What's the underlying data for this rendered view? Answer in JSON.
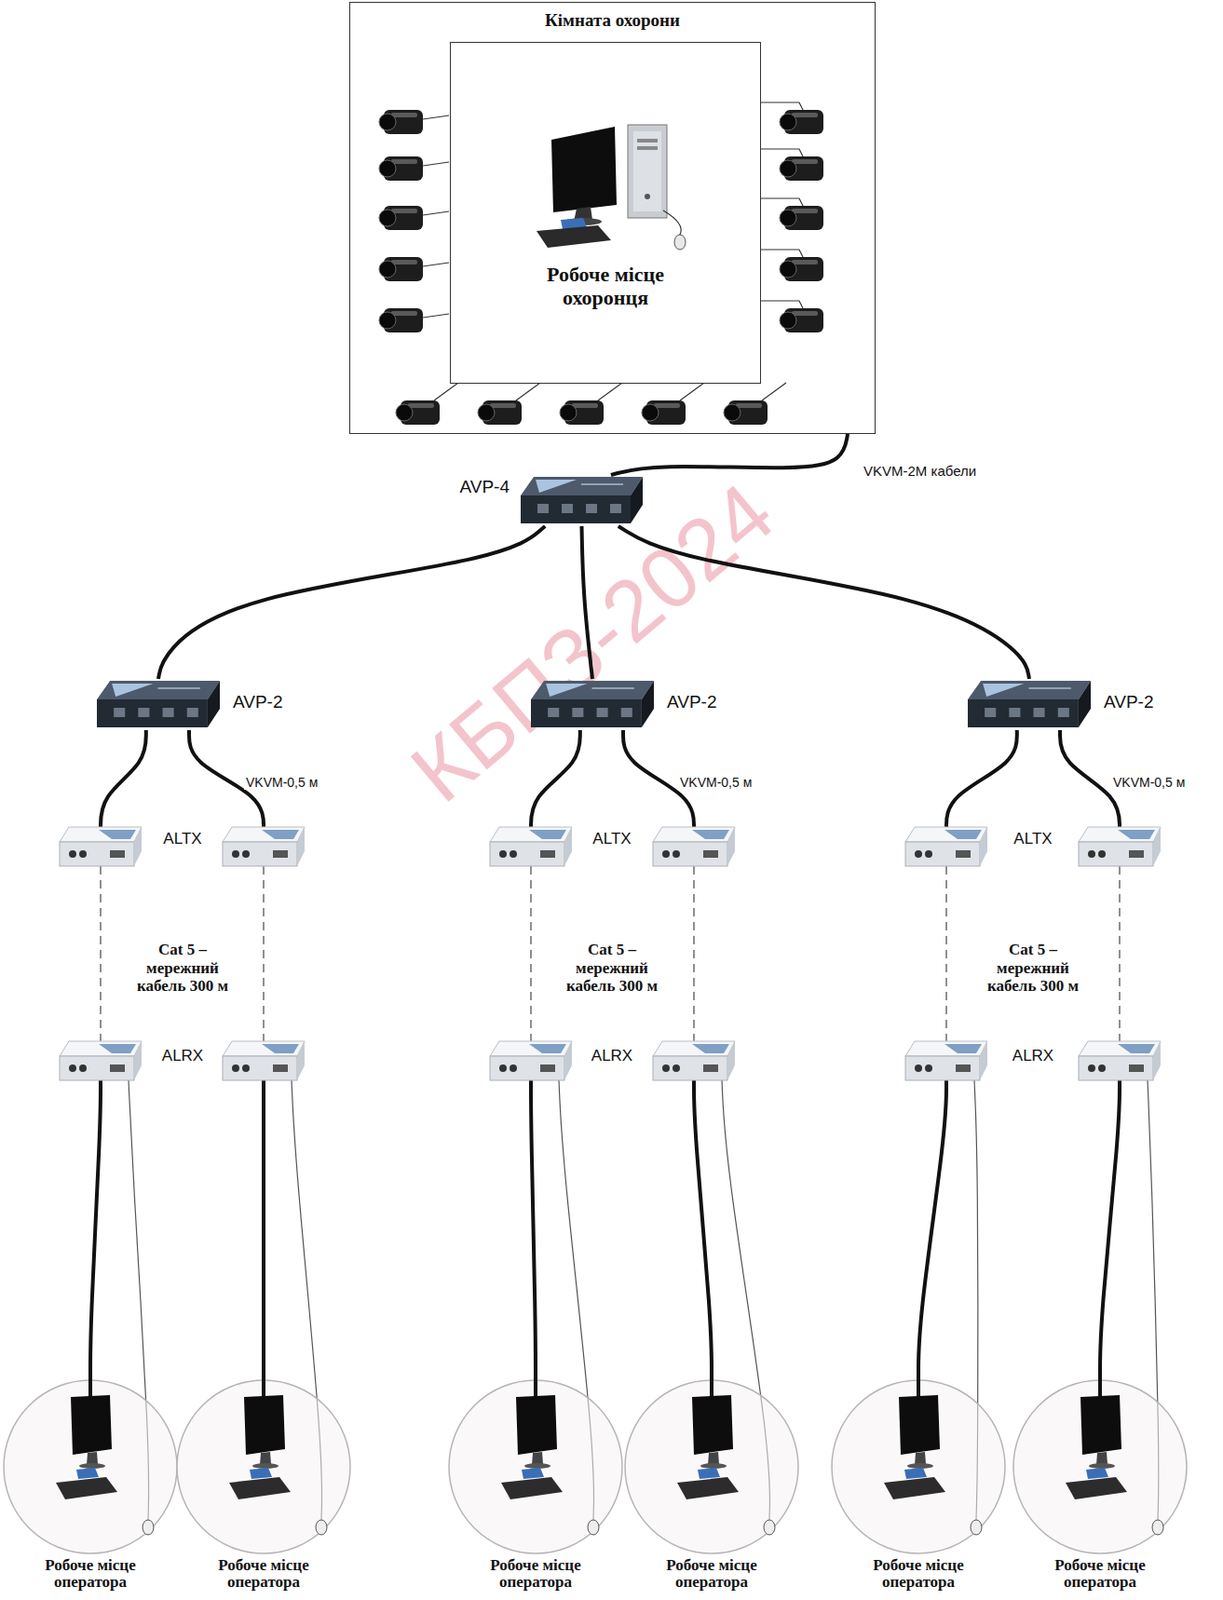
{
  "diagram": {
    "nodes": [
      {
        "text": [
          "Кімната охорони"
        ]
      },
      {
        "text": [
          "Робоче місце охоронця"
        ],
        "in": 0
      },
      {
        "text": [
          "AVP-4"
        ]
      },
      {
        "text": [
          "AVP-2"
        ]
      },
      {
        "text": [
          "AVP-2"
        ]
      },
      {
        "text": [
          "AVP-2"
        ]
      },
      {
        "text": [
          "Робоче місце оператора"
        ]
      },
      {
        "text": [
          "Робоче місце оператора"
        ]
      },
      {
        "text": [
          "Робоче місце оператора"
        ]
      },
      {
        "text": [
          "Робоче місце оператора"
        ]
      },
      {
        "text": [
          "Робоче місце оператора"
        ]
      },
      {
        "text": [
          "Робоче місце оператора"
        ]
      }
    ],
    "edges": [
      {
        "from": 0,
        "to": 2,
        "label": "VKVM-2M кабели",
        "arrow": "none"
      },
      {
        "from": 2,
        "to": 3,
        "arrow": "none"
      },
      {
        "from": 2,
        "to": 4,
        "arrow": "none"
      },
      {
        "from": 2,
        "to": 5,
        "arrow": "none"
      },
      {
        "from": 3,
        "to": 6,
        "arrow": "none"
      },
      {
        "from": 3,
        "to": 7,
        "arrow": "none"
      },
      {
        "from": 4,
        "to": 8,
        "arrow": "none"
      },
      {
        "from": 4,
        "to": 9,
        "arrow": "none"
      },
      {
        "from": 5,
        "to": 10,
        "arrow": "none"
      },
      {
        "from": 5,
        "to": 11,
        "arrow": "none"
      }
    ],
    "labels": [
      "VKVM-0,5 м",
      "VKVM-0,5 м",
      "VKVM-0,5 м",
      "ALTX",
      "ALTX",
      "ALTX",
      "Cat 5 – мережний кабель 300 м",
      "Cat 5 – мережний кабель 300 м",
      "Cat 5 – мережний кабель 300 м",
      "ALRX",
      "ALRX",
      "ALRX",
      "КБПЗ-2024"
    ]
  }
}
